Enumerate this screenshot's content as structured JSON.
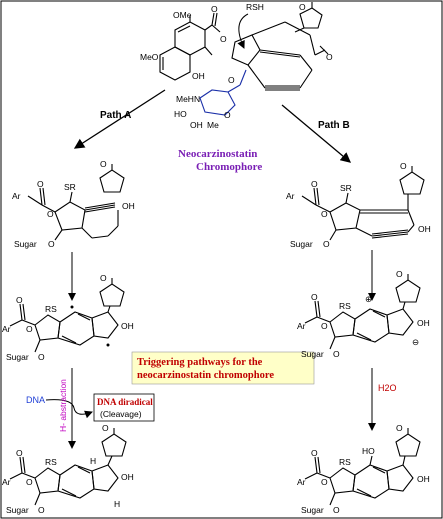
{
  "colors": {
    "title": "#7a1fb5",
    "highlight_text": "#c00000",
    "highlight_bg": "#ffffc8",
    "accent_blue": "#1f3fd6",
    "magenta": "#c000c0"
  },
  "title": {
    "line1": "Neocarzinostatin",
    "line2": "Chromophore"
  },
  "paths": {
    "a": "Path A",
    "b": "Path B"
  },
  "reagents": {
    "rsh": "RSH",
    "h2o": "H2O",
    "dna": "DNA",
    "h_abstraction": "H- abstraction",
    "dna_diradical": "DNA diradical",
    "cleavage": "(Cleavage)"
  },
  "callout": {
    "line1": "Triggering pathways for the",
    "line2": "neocarzinostatin chromophore"
  },
  "atoms": {
    "ome": "OMe",
    "meo": "MeO",
    "oh": "OH",
    "o": "O",
    "meh n": "MeHN",
    "ho": "HO",
    "me": "Me",
    "ar": "Ar",
    "sr": "SR",
    "rs": "RS",
    "sugar": "Sugar",
    "h": "H",
    "h2o": "H2O"
  }
}
